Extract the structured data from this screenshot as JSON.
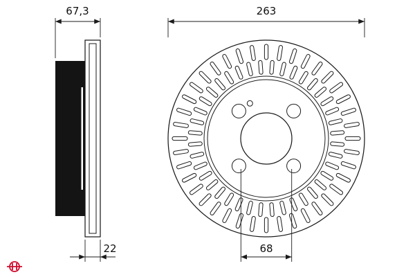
{
  "drawing": {
    "title": "brake-disc-technical-drawing",
    "dimensions": {
      "side_width": "67,3",
      "outer_diameter": "263",
      "thickness": "22",
      "bore_diameter": "68"
    }
  },
  "brand": {
    "logo_color": "#cf0a2c"
  }
}
